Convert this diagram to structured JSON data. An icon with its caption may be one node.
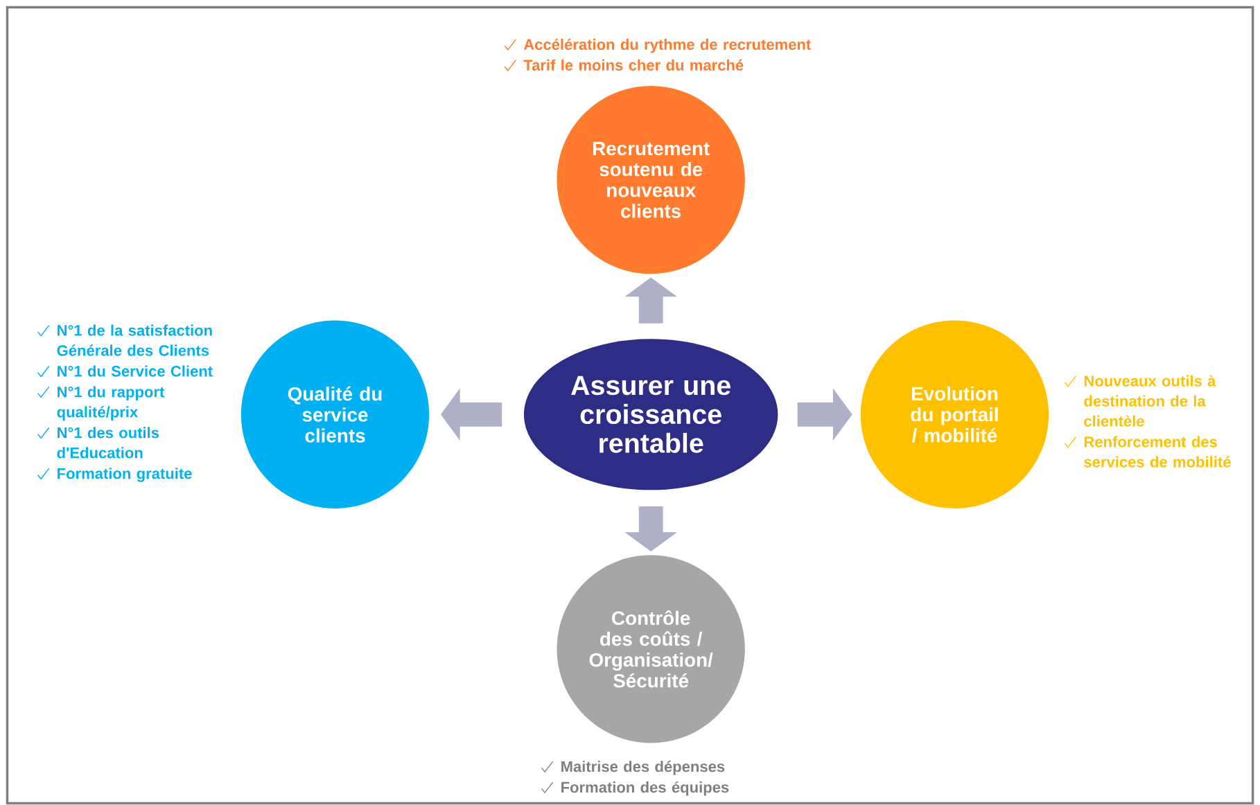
{
  "diagram": {
    "nodes": [
      {
        "text": [
          "Assurer une croissance rentable"
        ]
      },
      {
        "text": [
          "Recrutement soutenu de nouveaux clients"
        ],
        "beside": [
          "Accélération du rythme de recrutement",
          "Tarif le moins cher du marché"
        ]
      },
      {
        "text": [
          "Qualité du service clients"
        ],
        "beside": [
          "N°1 de la satisfaction Générale des Clients",
          "N°1 du Service Client",
          "N°1 du rapport qualité/prix",
          "N°1 des outils d'Education",
          "Formation gratuite"
        ]
      },
      {
        "text": [
          "Evolution du portail / mobilité"
        ],
        "beside": [
          "Nouveaux outils à destination de la clientèle",
          "Renforcement des services de mobilité"
        ]
      },
      {
        "text": [
          "Contrôle des coûts / Organisation/ Sécurité"
        ],
        "beside": [
          "Maitrise des dépenses",
          "Formation des équipes"
        ]
      }
    ],
    "edges": [
      {
        "from": 0,
        "to": 1,
        "arrow": "to"
      },
      {
        "from": 0,
        "to": 2,
        "arrow": "to"
      },
      {
        "from": 0,
        "to": 3,
        "arrow": "to"
      },
      {
        "from": 0,
        "to": 4,
        "arrow": "to"
      }
    ]
  }
}
